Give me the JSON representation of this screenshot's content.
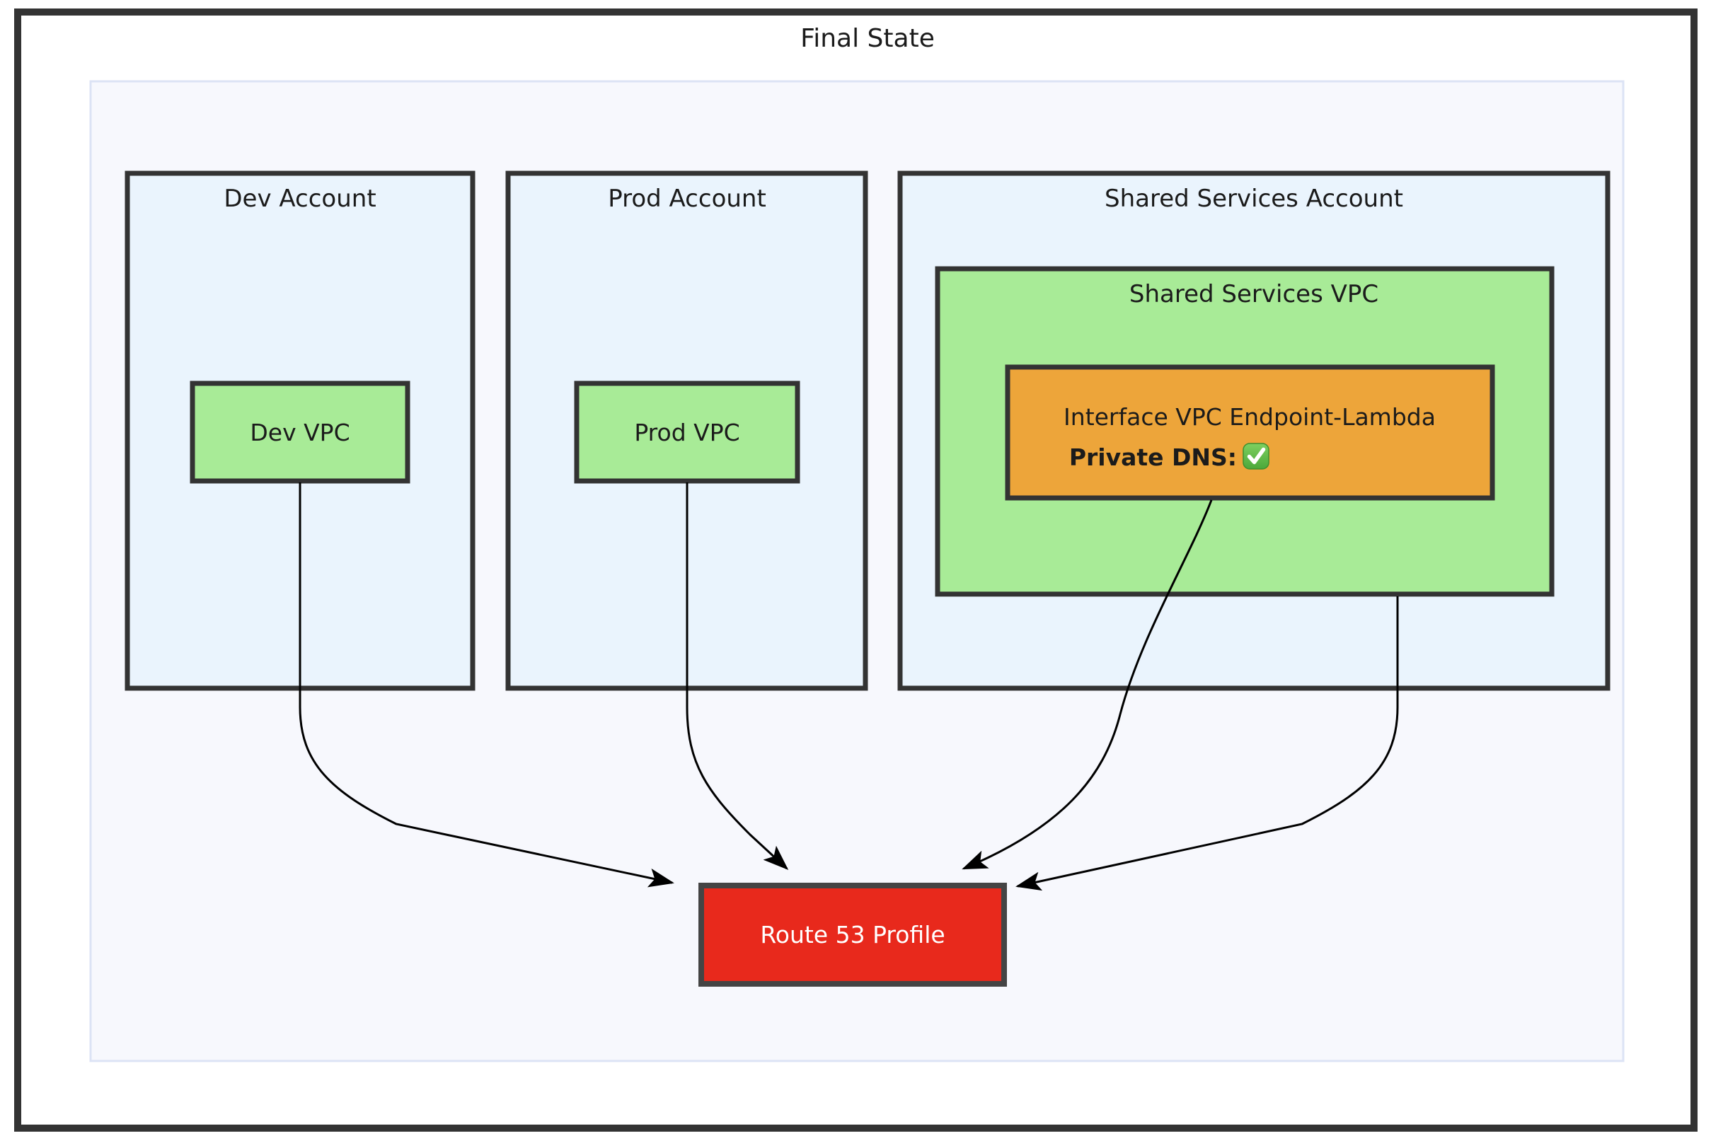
{
  "diagram": {
    "title": "Final State",
    "frame": {
      "outer_border_color": "#333333",
      "canvas_bg": "#ffffff",
      "panel_bg": "#f7f8fd",
      "panel_border_color": "#dce3f5"
    },
    "palette": {
      "account_fill": "#eaf4fd",
      "account_border": "#333333",
      "vpc_fill": "#a8eb97",
      "vpc_border": "#333333",
      "endpoint_fill": "#eda53a",
      "endpoint_border": "#333333",
      "profile_fill": "#e8291c",
      "profile_border": "#444444",
      "profile_text": "#ffffff",
      "edge_color": "#000000"
    },
    "accounts": [
      {
        "id": "dev-account",
        "label": "Dev Account",
        "vpc": {
          "id": "dev-vpc",
          "label": "Dev VPC"
        }
      },
      {
        "id": "prod-account",
        "label": "Prod Account",
        "vpc": {
          "id": "prod-vpc",
          "label": "Prod VPC"
        }
      },
      {
        "id": "shared-services-account",
        "label": "Shared Services Account",
        "vpc": {
          "id": "shared-services-vpc",
          "label": "Shared Services VPC",
          "endpoint": {
            "id": "interface-vpc-endpoint-lambda",
            "line1": "Interface VPC Endpoint-Lambda",
            "line2_label": "Private DNS:",
            "line2_status_icon": "check-mark-button-emoji",
            "line2_status_value": "enabled"
          }
        }
      }
    ],
    "profile": {
      "id": "route-53-profile",
      "label": "Route 53 Profile"
    },
    "edges": [
      {
        "id": "edge-dev-vpc-to-profile",
        "from": "dev-vpc",
        "to": "route-53-profile",
        "arrow": "to-left-edge"
      },
      {
        "id": "edge-prod-vpc-to-profile",
        "from": "prod-vpc",
        "to": "route-53-profile",
        "arrow": "to-top-edge"
      },
      {
        "id": "edge-endpoint-to-profile",
        "from": "interface-vpc-endpoint-lambda",
        "to": "route-53-profile",
        "arrow": "to-top-edge"
      },
      {
        "id": "edge-shared-vpc-to-profile",
        "from": "shared-services-vpc",
        "to": "route-53-profile",
        "arrow": "to-right-edge"
      }
    ]
  }
}
